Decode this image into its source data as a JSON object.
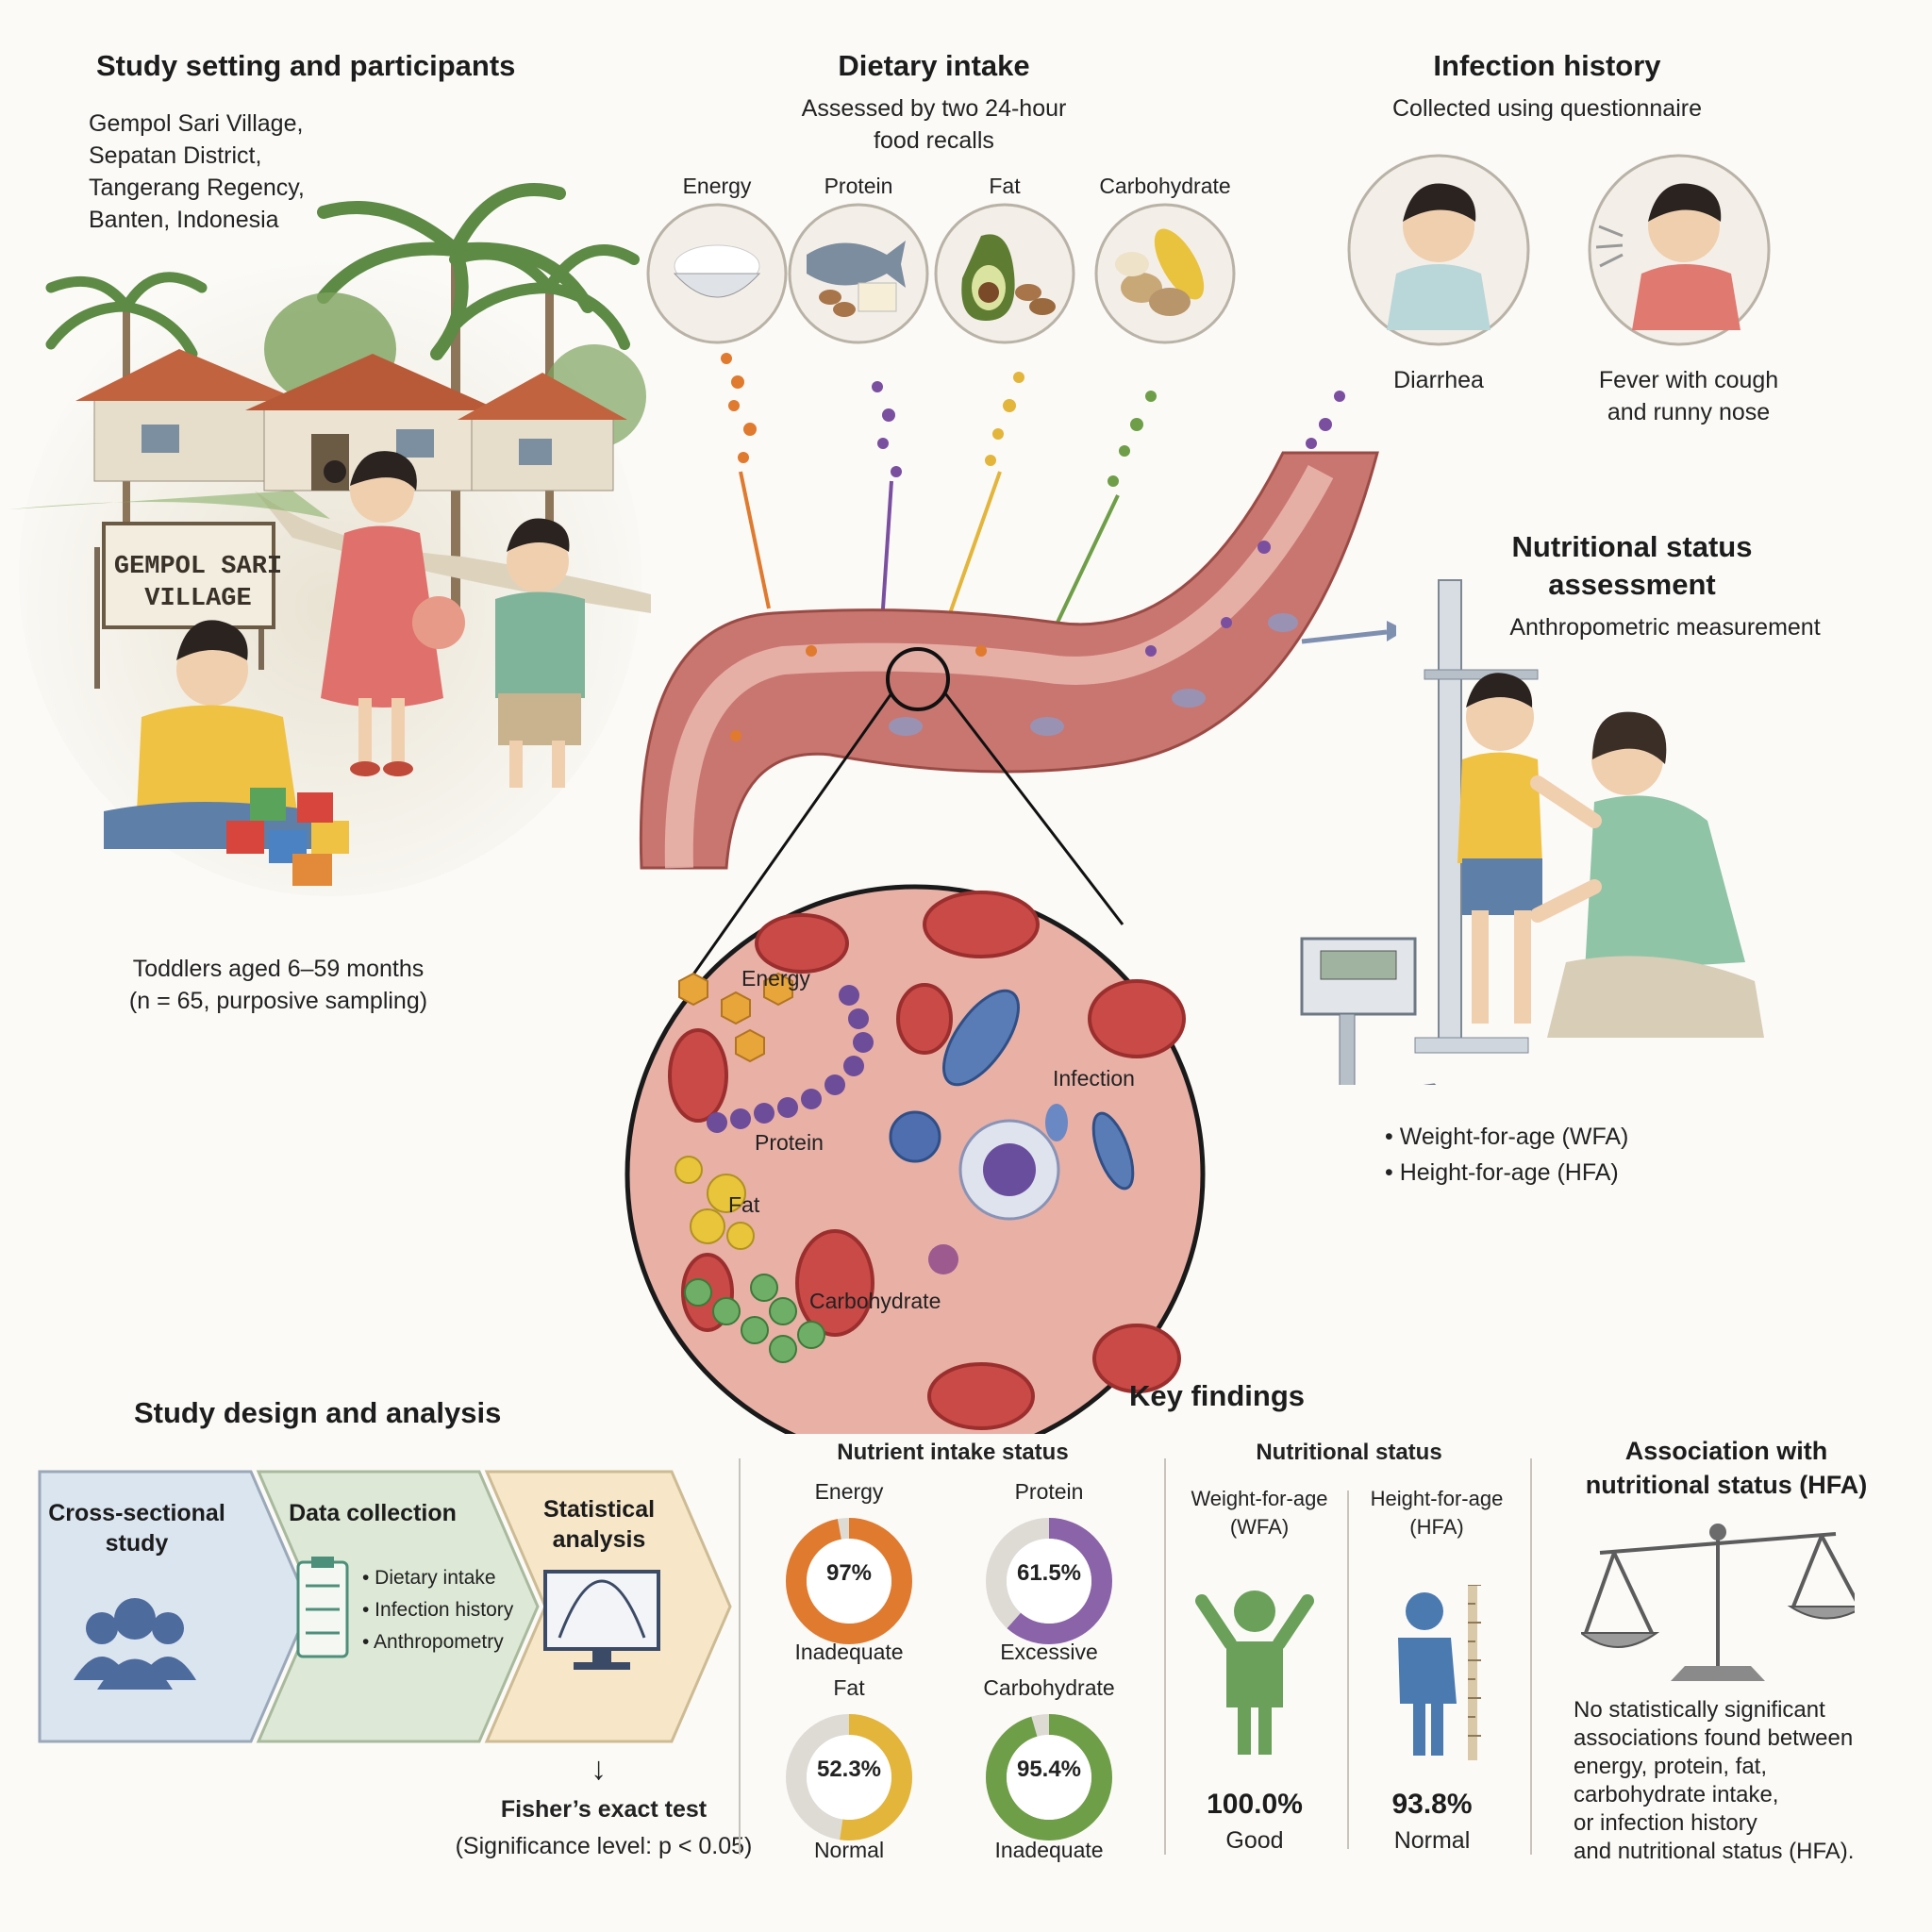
{
  "setting": {
    "title": "Study setting and participants",
    "location": [
      "Gempol Sari Village,",
      "Sepatan District,",
      "Tangerang Regency,",
      "Banten, Indonesia"
    ],
    "sign": [
      "GEMPOL SARI",
      "VILLAGE"
    ],
    "participants_line1": "Toddlers aged 6–59 months",
    "participants_line2": "(n = 65, purposive sampling)"
  },
  "diet": {
    "title": "Dietary intake",
    "subtitle_1": "Assessed by two 24-hour",
    "subtitle_2": "food recalls",
    "items": [
      {
        "label": "Energy",
        "icon": "rice-bowl-icon",
        "color": "#e07a2e"
      },
      {
        "label": "Protein",
        "icon": "fish-tofu-icon",
        "color": "#7b4fa0"
      },
      {
        "label": "Fat",
        "icon": "avocado-nuts-icon",
        "color": "#e3b53a"
      },
      {
        "label": "Carbohydrate",
        "icon": "corn-potato-icon",
        "color": "#6f9e48"
      }
    ]
  },
  "infection": {
    "title": "Infection history",
    "subtitle": "Collected using questionnaire",
    "items": [
      {
        "label_1": "Diarrhea",
        "label_2": ""
      },
      {
        "label_1": "Fever with cough",
        "label_2": "and runny nose"
      }
    ]
  },
  "nutrition": {
    "title_1": "Nutritional status",
    "title_2": "assessment",
    "subtitle": "Anthropometric measurement",
    "bullets": [
      "• Weight-for-age (WFA)",
      "• Height-for-age (HFA)"
    ]
  },
  "zoom": {
    "labels": {
      "energy": "Energy",
      "protein": "Protein",
      "fat": "Fat",
      "carbohydrate": "Carbohydrate",
      "infection": "Infection"
    }
  },
  "design": {
    "title": "Study design and analysis",
    "step1": [
      "Cross-sectional",
      "study"
    ],
    "step2_title": "Data collection",
    "step2_items": [
      "• Dietary intake",
      "• Infection history",
      "• Anthropometry"
    ],
    "step3": [
      "Statistical",
      "analysis"
    ],
    "test": "Fisher’s exact test",
    "significance": "(Significance level: p < 0.05)"
  },
  "findings": {
    "title": "Key findings",
    "intake_title": "Nutrient intake status",
    "donuts": [
      {
        "name": "Energy",
        "value": "97%",
        "pct": 97,
        "status": "Inadequate",
        "color": "#e07a2e"
      },
      {
        "name": "Protein",
        "value": "61.5%",
        "pct": 61.5,
        "status": "Excessive",
        "color": "#8a63a8"
      },
      {
        "name": "Fat",
        "value": "52.3%",
        "pct": 52.3,
        "status": "Normal",
        "color": "#e3b53a"
      },
      {
        "name": "Carbohydrate",
        "value": "95.4%",
        "pct": 95.4,
        "status": "Inadequate",
        "color": "#6f9e48"
      }
    ],
    "status_title": "Nutritional status",
    "wfa_label": [
      "Weight-for-age",
      "(WFA)"
    ],
    "hfa_label": [
      "Height-for-age",
      "(HFA)"
    ],
    "wfa_value": "100.0%",
    "wfa_status": "Good",
    "hfa_value": "93.8%",
    "hfa_status": "Normal",
    "assoc_title": [
      "Association with",
      "nutritional status (HFA)"
    ],
    "assoc_text": [
      "No statistically significant",
      "associations found between",
      "energy, protein, fat,",
      "carbohydrate intake,",
      "or infection history",
      "and nutritional status (HFA)."
    ]
  }
}
